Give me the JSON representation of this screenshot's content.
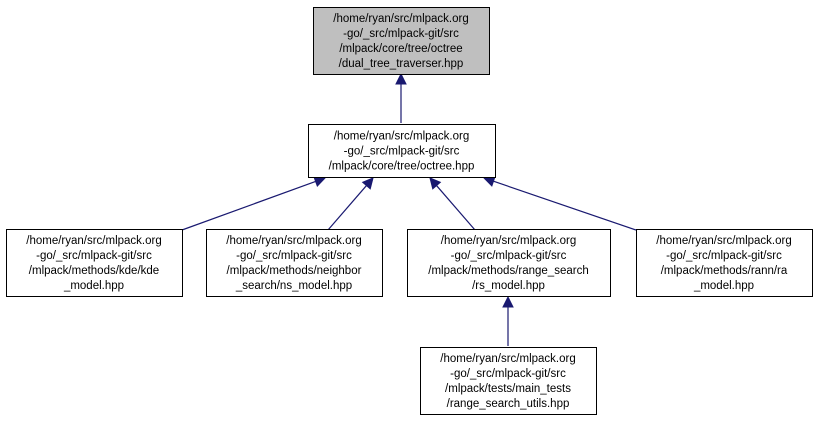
{
  "colors": {
    "edge": "#191970",
    "root_fill": "#bfbfbf",
    "node_fill": "#ffffff",
    "border": "#000000"
  },
  "nodes": [
    {
      "id": "dual_tree_traverser",
      "highlighted": true,
      "lines": [
        "/home/ryan/src/mlpack.org",
        "-go/_src/mlpack-git/src",
        "/mlpack/core/tree/octree",
        "/dual_tree_traverser.hpp"
      ]
    },
    {
      "id": "octree",
      "highlighted": false,
      "lines": [
        "/home/ryan/src/mlpack.org",
        "-go/_src/mlpack-git/src",
        "/mlpack/core/tree/octree.hpp"
      ]
    },
    {
      "id": "kde_model",
      "highlighted": false,
      "lines": [
        "/home/ryan/src/mlpack.org",
        "-go/_src/mlpack-git/src",
        "/mlpack/methods/kde/kde",
        "_model.hpp"
      ]
    },
    {
      "id": "ns_model",
      "highlighted": false,
      "lines": [
        "/home/ryan/src/mlpack.org",
        "-go/_src/mlpack-git/src",
        "/mlpack/methods/neighbor",
        "_search/ns_model.hpp"
      ]
    },
    {
      "id": "rs_model",
      "highlighted": false,
      "lines": [
        "/home/ryan/src/mlpack.org",
        "-go/_src/mlpack-git/src",
        "/mlpack/methods/range_search",
        "/rs_model.hpp"
      ]
    },
    {
      "id": "ra_model",
      "highlighted": false,
      "lines": [
        "/home/ryan/src/mlpack.org",
        "-go/_src/mlpack-git/src",
        "/mlpack/methods/rann/ra",
        "_model.hpp"
      ]
    },
    {
      "id": "range_search_utils",
      "highlighted": false,
      "lines": [
        "/home/ryan/src/mlpack.org",
        "-go/_src/mlpack-git/src",
        "/mlpack/tests/main_tests",
        "/range_search_utils.hpp"
      ]
    }
  ],
  "edges": [
    {
      "from": "octree",
      "to": "dual_tree_traverser"
    },
    {
      "from": "kde_model",
      "to": "octree"
    },
    {
      "from": "ns_model",
      "to": "octree"
    },
    {
      "from": "rs_model",
      "to": "octree"
    },
    {
      "from": "ra_model",
      "to": "octree"
    },
    {
      "from": "range_search_utils",
      "to": "rs_model"
    }
  ]
}
